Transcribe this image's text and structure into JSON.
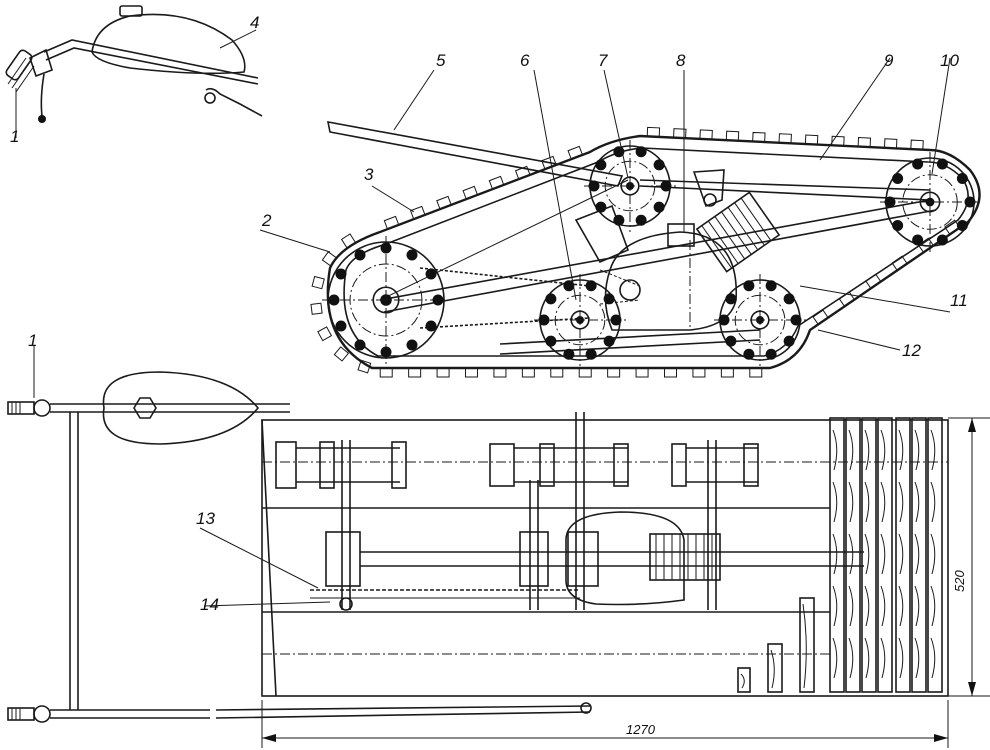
{
  "callouts": {
    "c1": "1",
    "c2": "2",
    "c3": "3",
    "c4": "4",
    "c5": "5",
    "c6": "6",
    "c7": "7",
    "c8": "8",
    "c9": "9",
    "c10": "10",
    "c11": "11",
    "c12": "12",
    "c13": "13",
    "c14": "14",
    "c1b": "1"
  },
  "dimensions": {
    "width": "520",
    "length": "1270"
  }
}
